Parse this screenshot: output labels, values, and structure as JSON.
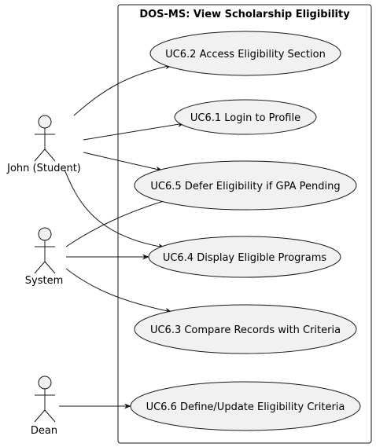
{
  "diagram": {
    "system_title": "DOS-MS: View Scholarship Eligibility",
    "colors": {
      "fill": "#f1f1f1",
      "stroke": "#181818",
      "background": "#ffffff"
    },
    "actors": [
      {
        "id": "student",
        "label": "John (Student)"
      },
      {
        "id": "system",
        "label": "System"
      },
      {
        "id": "dean",
        "label": "Dean"
      }
    ],
    "use_cases": [
      {
        "id": "uc62",
        "label": "UC6.2 Access Eligibility Section"
      },
      {
        "id": "uc61",
        "label": "UC6.1 Login to Profile"
      },
      {
        "id": "uc65",
        "label": "UC6.5 Defer Eligibility if GPA Pending"
      },
      {
        "id": "uc64",
        "label": "UC6.4 Display Eligible Programs"
      },
      {
        "id": "uc63",
        "label": "UC6.3 Compare Records with Criteria"
      },
      {
        "id": "uc66",
        "label": "UC6.6 Define/Update Eligibility Criteria"
      }
    ],
    "associations": [
      {
        "from": "student",
        "to": "uc62"
      },
      {
        "from": "student",
        "to": "uc61"
      },
      {
        "from": "student",
        "to": "uc65"
      },
      {
        "from": "student",
        "to": "uc64"
      },
      {
        "from": "system",
        "to": "uc65"
      },
      {
        "from": "system",
        "to": "uc64"
      },
      {
        "from": "system",
        "to": "uc63"
      },
      {
        "from": "dean",
        "to": "uc66"
      }
    ]
  }
}
